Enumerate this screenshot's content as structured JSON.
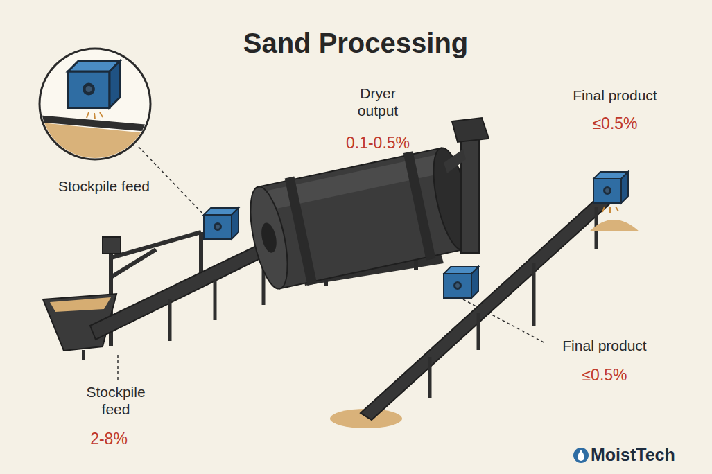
{
  "diagram": {
    "title": "Sand Processing",
    "labels": [
      "Stockpile feed",
      "Dryer output",
      "0.1-0.5%",
      "Final product",
      "≤0.5%",
      "Final product",
      "≤0.5%",
      "Stockpile feed",
      "2-8%",
      "MoistTech"
    ]
  }
}
